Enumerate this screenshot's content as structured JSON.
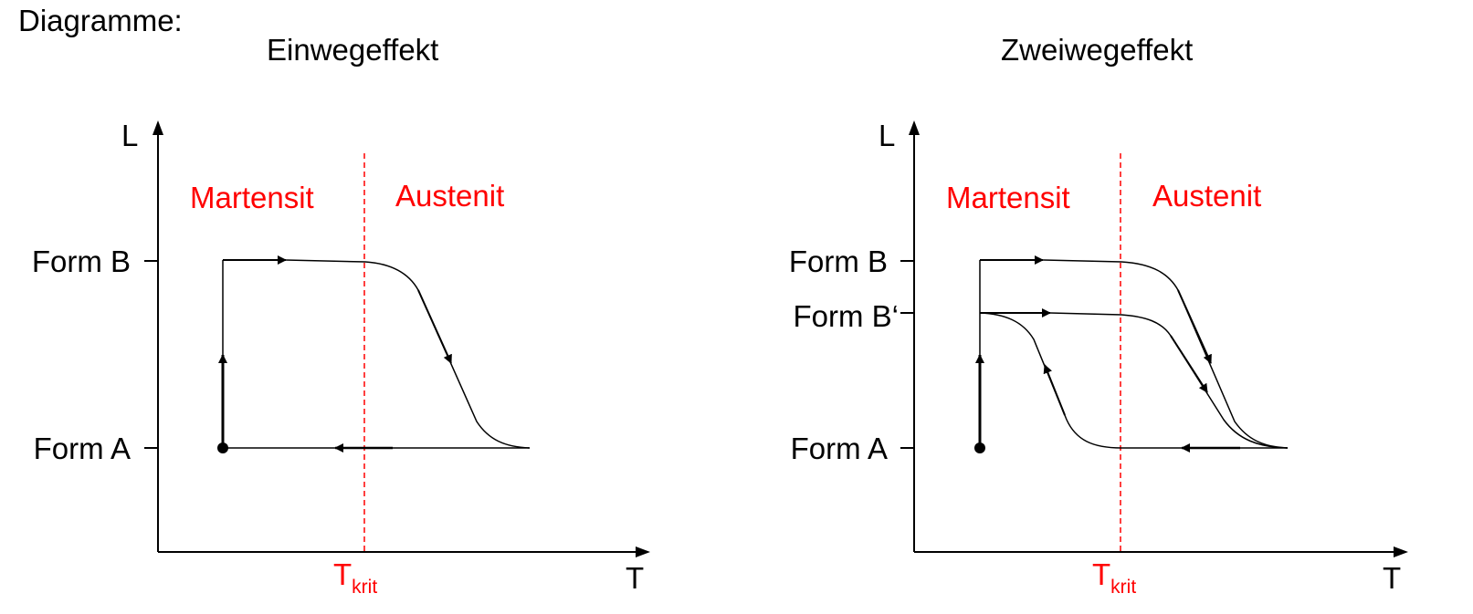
{
  "heading": "Diagramme:",
  "colors": {
    "phase_text": "#ff0000",
    "critical_line": "#ff0000",
    "curve": "#000000"
  },
  "left": {
    "title": "Einwegeffekt",
    "y_axis_label": "L",
    "x_axis_label": "T",
    "y_ticks": [
      "Form B",
      "Form A"
    ],
    "phase_left": "Martensit",
    "phase_right": "Austenit",
    "critical_main": "T",
    "critical_sub": "krit"
  },
  "right": {
    "title": "Zweiwegeffekt",
    "y_axis_label": "L",
    "x_axis_label": "T",
    "y_ticks": [
      "Form B",
      "Form B‘",
      "Form A"
    ],
    "phase_left": "Martensit",
    "phase_right": "Austenit",
    "critical_main": "T",
    "critical_sub": "krit"
  }
}
